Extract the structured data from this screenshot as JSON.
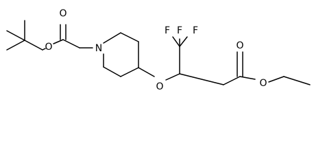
{
  "molecule": {
    "atoms": {
      "carbonyl_o": "O",
      "ester_o": "O",
      "ring_n": "N",
      "ether_o": "O",
      "f_left": "F",
      "f_top": "F",
      "f_right": "F",
      "ester2_carbonyl_o": "O",
      "ester2_o": "O"
    }
  }
}
